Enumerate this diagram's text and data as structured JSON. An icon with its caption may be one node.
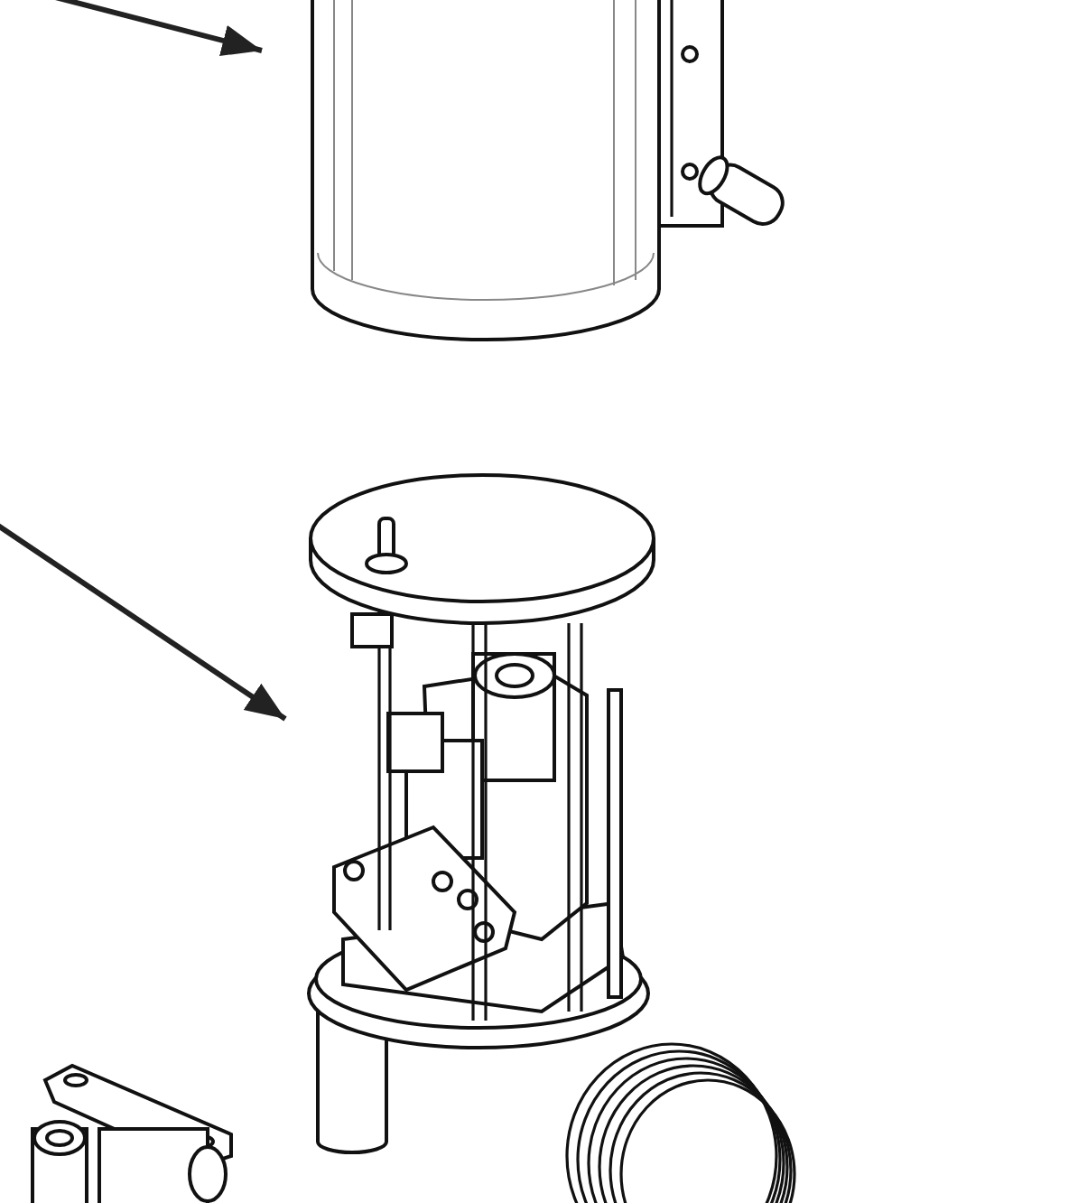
{
  "diagram": {
    "nodes": [
      {
        "text": [],
        "shape": "picture"
      },
      {
        "text": [],
        "shape": "picture"
      }
    ],
    "edges": [
      {
        "from": null,
        "to": 0,
        "arrow": "to"
      },
      {
        "from": null,
        "to": 1,
        "arrow": "to"
      }
    ]
  }
}
